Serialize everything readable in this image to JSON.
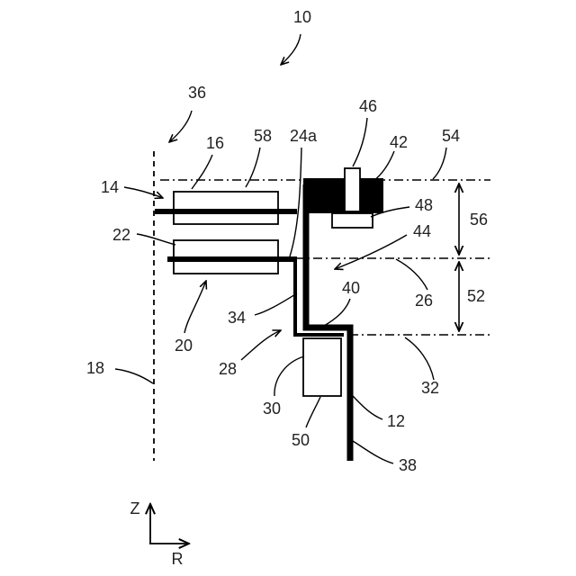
{
  "figure": {
    "colors": {
      "ink": "#000000",
      "text": "#222222",
      "background": "#ffffff"
    },
    "labels": {
      "l10": "10",
      "l36": "36",
      "l46": "46",
      "l42": "42",
      "l54": "54",
      "l16": "16",
      "l58": "58",
      "l24a": "24a",
      "l14": "14",
      "l48": "48",
      "l56": "56",
      "l22": "22",
      "l44": "44",
      "l40": "40",
      "l52": "52",
      "l26": "26",
      "l34": "34",
      "l20": "20",
      "l28": "28",
      "l32": "32",
      "l18": "18",
      "l30": "30",
      "l12": "12",
      "l50": "50",
      "l38": "38",
      "axis_z": "Z",
      "axis_r": "R"
    }
  }
}
